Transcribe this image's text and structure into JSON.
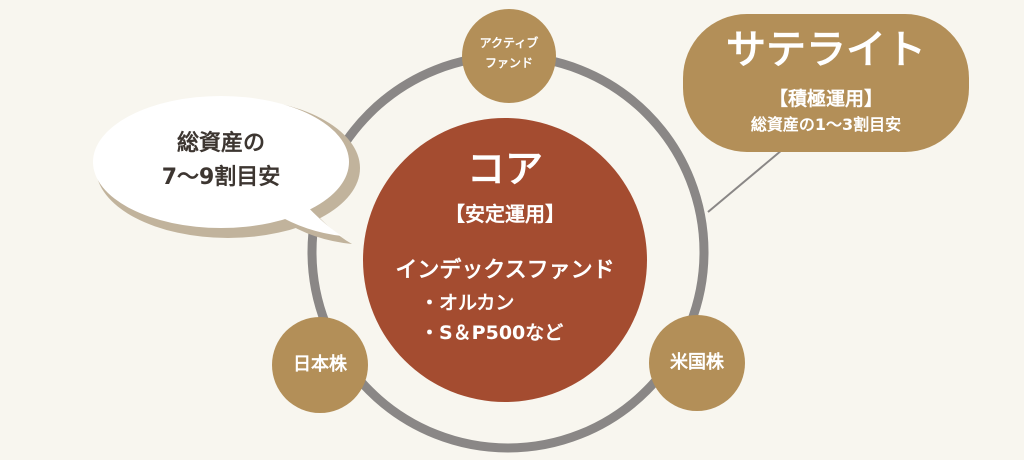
{
  "colors": {
    "background": "#f8f6ef",
    "core": "#a44c30",
    "satellite": "#b38f58",
    "ring": "#8a8786",
    "bubble_fill": "#ffffff",
    "bubble_shadow": "#c1b39c",
    "dark_text": "#3d3631"
  },
  "core": {
    "title": "コア",
    "subtitle": "【安定運用】",
    "category": "インデックスファンド",
    "items": [
      "・オルカン",
      "・S＆P500など"
    ]
  },
  "satellite": {
    "title": "サテライト",
    "subtitle": "【積極運用】",
    "ratio": "総資産の1〜3割目安"
  },
  "core_ratio_bubble": {
    "line1": "総資産の",
    "line2": "7〜9割目安"
  },
  "nodes": {
    "top": {
      "line1": "アクティブ",
      "line2": "ファンド"
    },
    "left": "日本株",
    "right": "米国株"
  }
}
